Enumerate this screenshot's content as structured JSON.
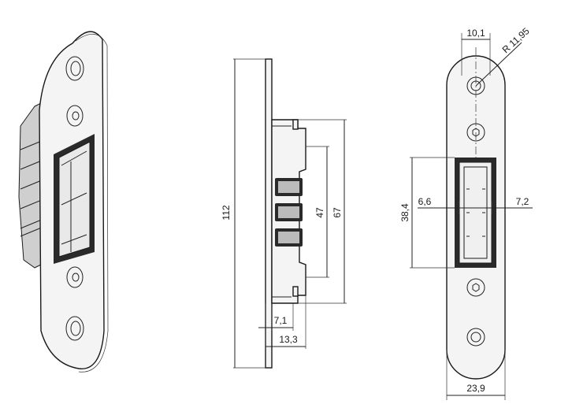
{
  "drawing": {
    "dimensions": {
      "length_total": "112",
      "housing_length": "67",
      "inner_length": "47",
      "depth_1": "7,1",
      "depth_2": "13,3",
      "hole_offset": "10,1",
      "radius": "R 11,95",
      "opening_height": "38,4",
      "left_offset": "6,6",
      "right_offset": "7,2",
      "width": "23,9"
    }
  }
}
